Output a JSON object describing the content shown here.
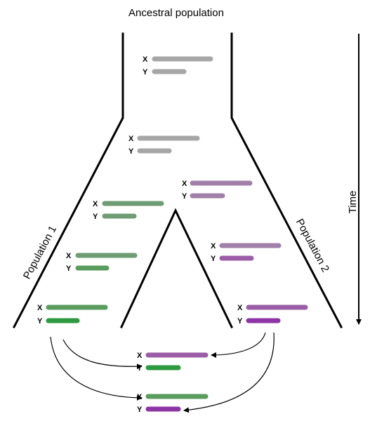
{
  "title": "Ancestral population",
  "population_1_label": "Population 1",
  "population_2_label": "Population 2",
  "time_label": "Time",
  "x_label": "X",
  "y_label": "Y",
  "colors": {
    "ancestral": "#a6a6a6",
    "pop1_x": "#6f9c72",
    "pop1_x_late": "#5a9c5d",
    "pop1_y": "#2e9a3f",
    "pop2_x": "#a07fa8",
    "pop2_x_late": "#9b5ea6",
    "pop2_y": "#8e35a6",
    "line": "#000000"
  }
}
